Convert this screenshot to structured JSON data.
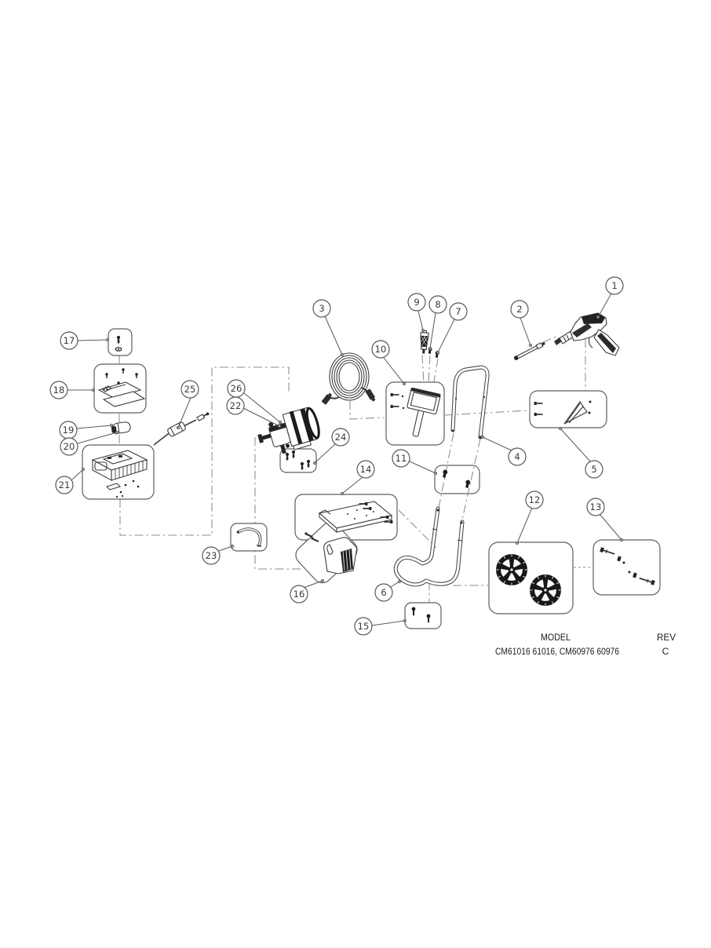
{
  "callouts": [
    "1",
    "2",
    "3",
    "4",
    "5",
    "6",
    "7",
    "8",
    "9",
    "10",
    "11",
    "12",
    "13",
    "14",
    "15",
    "16",
    "17",
    "18",
    "19",
    "20",
    "21",
    "22",
    "23",
    "24",
    "25",
    "26"
  ],
  "footer": {
    "model_label": "MODEL",
    "model_value": "CM61016 61016, CM60976 60976",
    "rev_label": "REV",
    "rev_value": "C"
  }
}
